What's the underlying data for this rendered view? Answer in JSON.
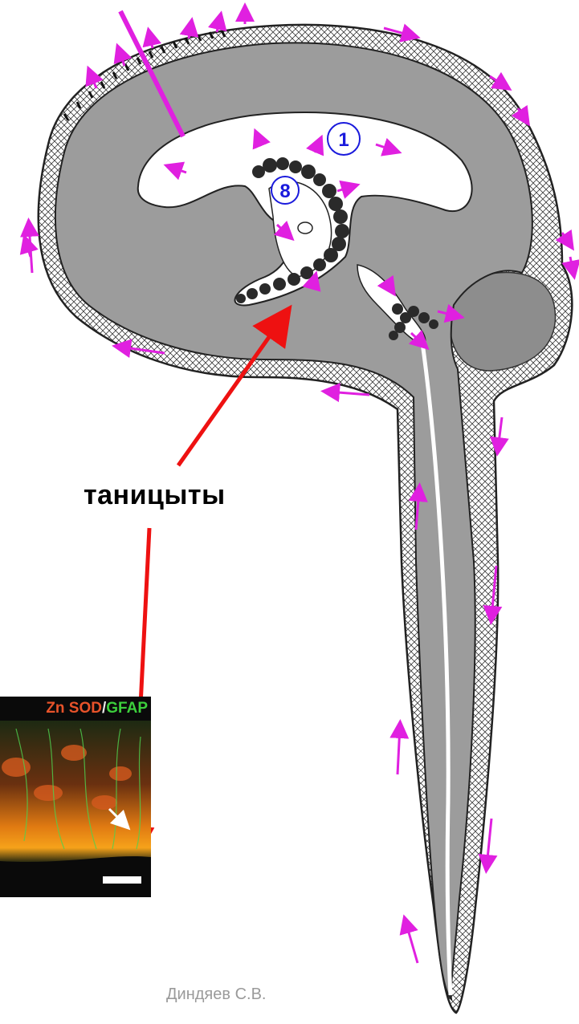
{
  "diagram": {
    "label": "таницыты",
    "author": "Диндяев С.В.",
    "ventricle_markers": [
      "1",
      "8"
    ],
    "inset": {
      "stain_red": "Zn SOD",
      "stain_sep": "/",
      "stain_green": "GFAP"
    },
    "colors": {
      "brain": "#9c9c9c",
      "ventricle": "#ffffff",
      "flow_arrow": "#e020e0",
      "pointer_arrow": "#ee1111",
      "marker": "#1a1adc"
    }
  }
}
